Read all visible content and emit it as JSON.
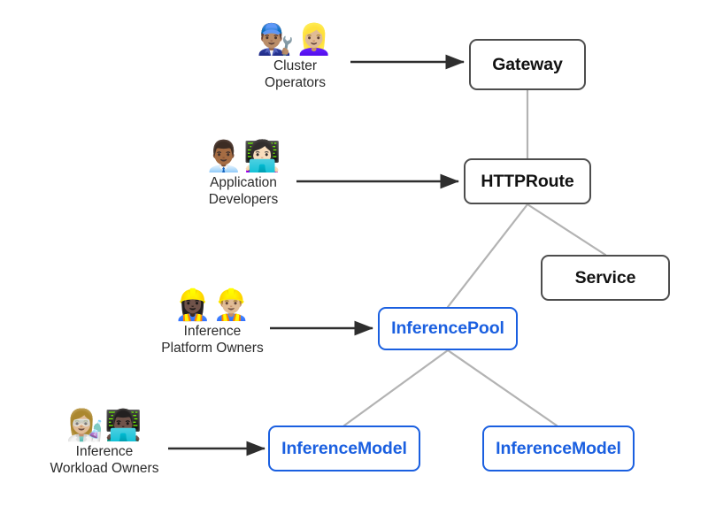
{
  "diagram": {
    "title": "Gateway API Inference Extension resource and persona diagram",
    "background_color": "#ffffff",
    "colors": {
      "resource_border": "#4d4d4d",
      "resource_text": "#121212",
      "inference_border": "#1a5fe0",
      "inference_text": "#1a5fe0",
      "edge_line": "#b3b3b3",
      "arrow": "#2e2e2e",
      "persona_label": "#2b2b2b"
    }
  },
  "personas": [
    {
      "id": "cluster-operators",
      "label": "Cluster\nOperators",
      "emoji": "👨🏽‍🔧👱🏼‍♀️",
      "emoji_names": [
        "man-mechanic-icon",
        "woman-mechanic-icon"
      ],
      "targets": "Gateway"
    },
    {
      "id": "application-developers",
      "label": "Application\nDevelopers",
      "emoji": "👨🏾‍💼👩🏻‍💻",
      "emoji_names": [
        "man-office-worker-icon",
        "woman-technologist-icon"
      ],
      "targets": "HTTPRoute"
    },
    {
      "id": "inference-platform-owners",
      "label": "Inference\nPlatform Owners",
      "emoji": "👷🏿‍♀️👷🏼‍♂️",
      "emoji_names": [
        "woman-construction-worker-icon",
        "man-construction-worker-icon"
      ],
      "targets": "InferencePool"
    },
    {
      "id": "inference-workload-owners",
      "label": "Inference\nWorkload Owners",
      "emoji": "👩🏼‍🔬👨🏿‍💻",
      "emoji_names": [
        "woman-scientist-icon",
        "man-technologist-icon"
      ],
      "targets": "InferenceModel"
    }
  ],
  "nodes": [
    {
      "id": "gateway",
      "label": "Gateway",
      "kind": "gateway"
    },
    {
      "id": "httproute",
      "label": "HTTPRoute",
      "kind": "gateway"
    },
    {
      "id": "service",
      "label": "Service",
      "kind": "gateway"
    },
    {
      "id": "inferencepool",
      "label": "InferencePool",
      "kind": "inference"
    },
    {
      "id": "inferencemodel1",
      "label": "InferenceModel",
      "kind": "inference"
    },
    {
      "id": "inferencemodel2",
      "label": "InferenceModel",
      "kind": "inference"
    }
  ],
  "edges": [
    {
      "id": "gateway-httproute",
      "from": "Gateway",
      "to": "HTTPRoute",
      "style": "line"
    },
    {
      "id": "httproute-inferencepool",
      "from": "HTTPRoute",
      "to": "InferencePool",
      "style": "line"
    },
    {
      "id": "httproute-service",
      "from": "HTTPRoute",
      "to": "Service",
      "style": "line"
    },
    {
      "id": "inferencepool-inferencemodel1",
      "from": "InferencePool",
      "to": "InferenceModel",
      "style": "line"
    },
    {
      "id": "inferencepool-inferencemodel2",
      "from": "InferencePool",
      "to": "InferenceModel",
      "style": "line"
    },
    {
      "id": "arrow-cluster-operators",
      "from": "Cluster Operators",
      "to": "Gateway",
      "style": "arrow"
    },
    {
      "id": "arrow-application-developers",
      "from": "Application Developers",
      "to": "HTTPRoute",
      "style": "arrow"
    },
    {
      "id": "arrow-platform-owners",
      "from": "Inference Platform Owners",
      "to": "InferencePool",
      "style": "arrow"
    },
    {
      "id": "arrow-workload-owners",
      "from": "Inference Workload Owners",
      "to": "InferenceModel",
      "style": "arrow"
    }
  ]
}
